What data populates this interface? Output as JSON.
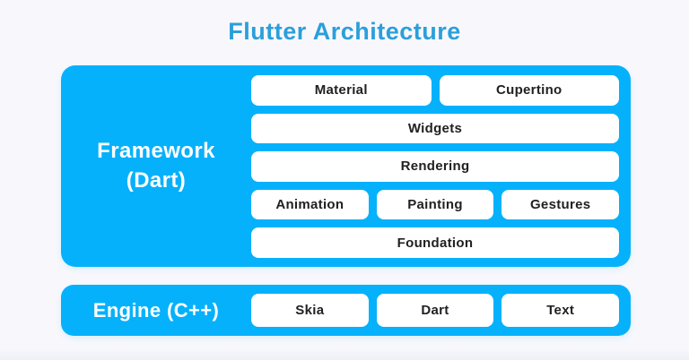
{
  "title": "Flutter Architecture",
  "colors": {
    "accent_blue": "#06b1fc",
    "title_blue": "#2b9fda",
    "box_text": "#212121",
    "box_white": "#ffffff",
    "background": "#f8f8fc"
  },
  "framework": {
    "label_line1": "Framework",
    "label_line2": "(Dart)",
    "rows": [
      {
        "items": [
          "Material",
          "Cupertino"
        ]
      },
      {
        "items": [
          "Widgets"
        ]
      },
      {
        "items": [
          "Rendering"
        ]
      },
      {
        "items": [
          "Animation",
          "Painting",
          "Gestures"
        ]
      },
      {
        "items": [
          "Foundation"
        ]
      }
    ]
  },
  "engine": {
    "label": "Engine (C++)",
    "items": [
      "Skia",
      "Dart",
      "Text"
    ]
  }
}
